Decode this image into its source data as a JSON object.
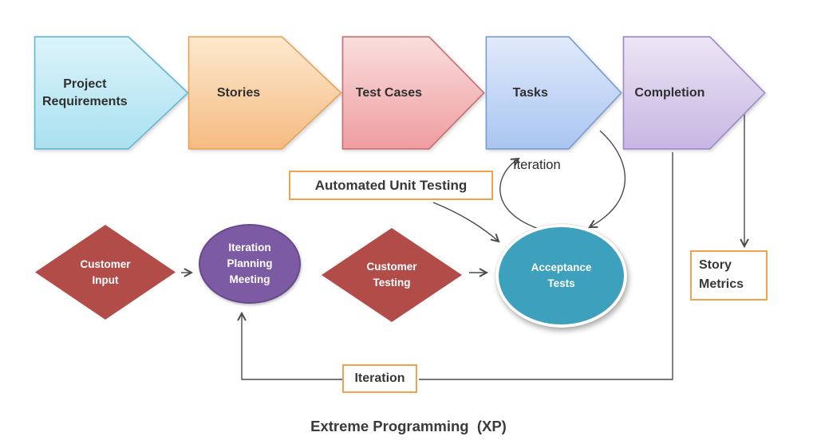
{
  "title": "Extreme Programming  (XP)",
  "pipeline": [
    {
      "label": "Project Requirements"
    },
    {
      "label": "Stories"
    },
    {
      "label": "Test Cases"
    },
    {
      "label": "Tasks"
    },
    {
      "label": "Completion"
    }
  ],
  "nodes": {
    "customer_input": {
      "label": "Customer Input"
    },
    "iteration_planning": {
      "label": "Iteration Planning Meeting"
    },
    "customer_testing": {
      "label": "Customer Testing"
    },
    "acceptance_tests": {
      "label": "Acceptance Tests"
    }
  },
  "callouts": {
    "automated_unit_testing": {
      "label": "Automated Unit Testing"
    },
    "story_metrics": {
      "label": "Story Metrics"
    },
    "iteration_bottom": {
      "label": "Iteration"
    }
  },
  "loop_label": "Iteration",
  "colors": {
    "pipeline": [
      {
        "top": "#dcf3fa",
        "bottom": "#a9e1f0",
        "border": "#63b8d6"
      },
      {
        "top": "#fde9ce",
        "bottom": "#f5bb81",
        "border": "#e7a25c"
      },
      {
        "top": "#f9dedd",
        "bottom": "#ef9da0",
        "border": "#c86e73"
      },
      {
        "top": "#e0eafb",
        "bottom": "#a9c5f1",
        "border": "#7d9bd3"
      },
      {
        "top": "#ebe6f4",
        "bottom": "#c7b6e3",
        "border": "#9d88c9"
      }
    ],
    "diamond_fill": "#b24c49",
    "planning_fill": "#7d5ba4",
    "planning_edge": "#69498e",
    "acceptance_fill": "#3da0bc",
    "callout_border": "#f3a24c",
    "connector": "#4a4a4a"
  }
}
